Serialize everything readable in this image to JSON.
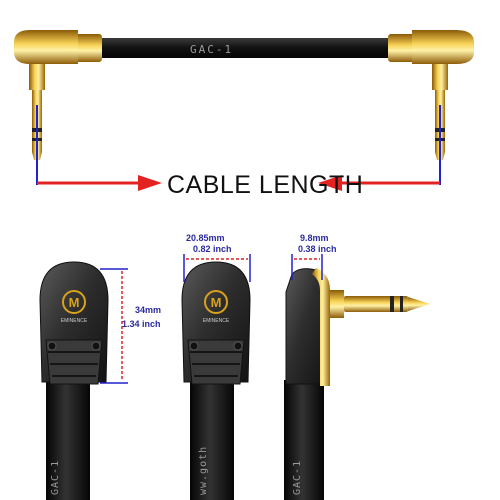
{
  "diagram": {
    "length_label": "CABLE LENGTH",
    "cable_print": "GAC-1",
    "brand_text": "EMINENCE",
    "dimensions": {
      "plug_width_mm": "20.85mm",
      "plug_width_inch": "0.82 inch",
      "plug_depth_mm": "9.8mm",
      "plug_depth_inch": "0.38 inch",
      "plug_height_mm": "34mm",
      "plug_height_inch": "1.34 inch"
    }
  },
  "colors": {
    "arrow_red": "#e32222",
    "guide_blue": "#2222cc",
    "dimension_text": "#2a2aa0",
    "gold": "#d9a21b",
    "plug_body": "#2c2c2c",
    "cable": "#151515"
  }
}
